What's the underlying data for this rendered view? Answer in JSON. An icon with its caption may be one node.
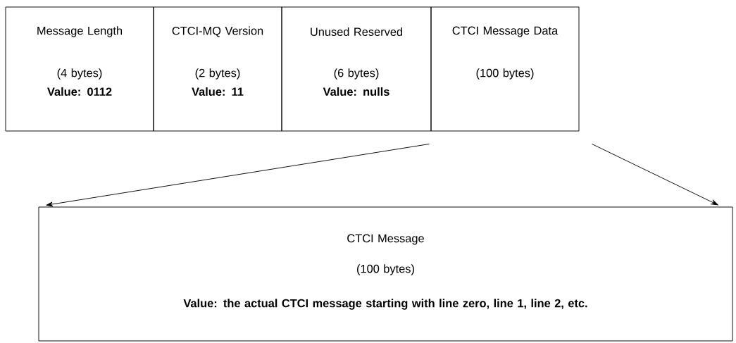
{
  "diagram": {
    "nodes": [
      {
        "text": [
          "Message Length",
          "(4 bytes)",
          "Value: 0112"
        ]
      },
      {
        "text": [
          "CTCI-MQ Version",
          "(2 bytes)",
          "Value: 11"
        ]
      },
      {
        "text": [
          "Unused Reserved",
          "(6 bytes)",
          "Value: nulls"
        ]
      },
      {
        "text": [
          "CTCI Message Data",
          "(100 bytes)"
        ]
      },
      {
        "text": [
          "CTCI Message",
          "(100 bytes)",
          "Value: the actual CTCI message starting with line zero, line 1, line 2, etc."
        ]
      }
    ],
    "edges": [
      {
        "from": 3,
        "to": 4,
        "arrow": "to"
      },
      {
        "from": 3,
        "to": 4,
        "arrow": "to"
      }
    ]
  }
}
